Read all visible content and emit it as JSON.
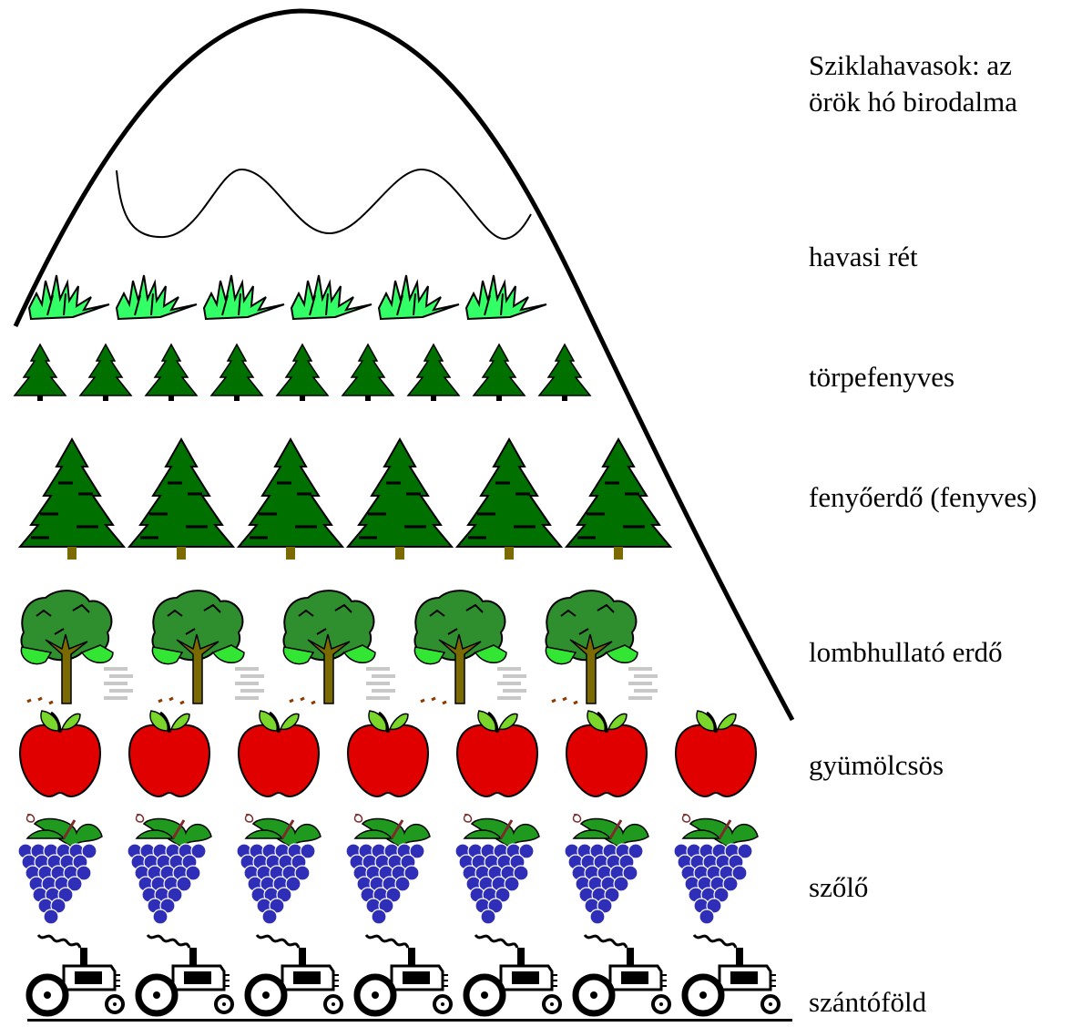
{
  "zones": [
    {
      "id": "summit",
      "label": "Sziklahavasok: az",
      "label_line2": "örök hó birodalma",
      "icon": "snow-line",
      "count": 0
    },
    {
      "id": "meadow",
      "label": "havasi rét",
      "icon": "grass-tuft-icon",
      "count": 6
    },
    {
      "id": "dwarf_pine",
      "label": "törpefenyves",
      "icon": "small-pine-icon",
      "count": 9
    },
    {
      "id": "conifer",
      "label": "fenyőerdő (fenyves)",
      "icon": "fir-tree-icon",
      "count": 6
    },
    {
      "id": "deciduous",
      "label": "lombhullató erdő",
      "icon": "deciduous-tree-icon",
      "count": 5
    },
    {
      "id": "orchard",
      "label": "gyümölcsös",
      "icon": "apple-icon",
      "count": 7
    },
    {
      "id": "vineyard",
      "label": "szőlő",
      "icon": "grapes-icon",
      "count": 7
    },
    {
      "id": "field",
      "label": "szántóföld",
      "icon": "tractor-icon",
      "count": 7
    }
  ],
  "colors": {
    "outline": "#000000",
    "grass": "#33ff66",
    "pine": "#007000",
    "pine_trunk": "#7a6a00",
    "foliage_dark": "#2f8f2f",
    "foliage_light": "#33e633",
    "apple": "#e00000",
    "apple_leaf": "#7ad62a",
    "grape": "#2e2eb8",
    "grape_leaf": "#1f9a1f"
  }
}
